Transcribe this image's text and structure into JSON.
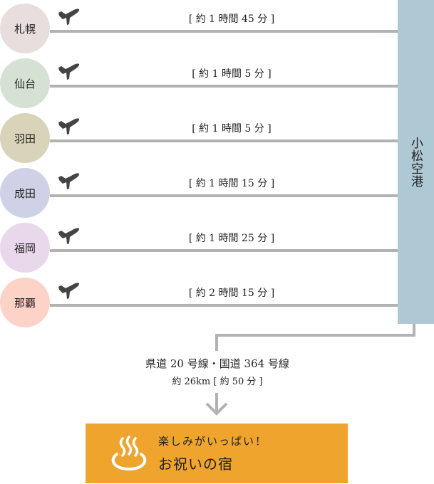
{
  "routes": [
    {
      "origin": "札幌",
      "time": "[ 約 1 時間 45 分 ]",
      "color": "#e8dede",
      "icon": "airplane-icon"
    },
    {
      "origin": "仙台",
      "time": "[ 約 1 時間 5 分 ]",
      "color": "#d5e1d3",
      "icon": "airplane-icon"
    },
    {
      "origin": "羽田",
      "time": "[ 約 1 時間 5 分 ]",
      "color": "#d9d4b9",
      "icon": "airplane-icon"
    },
    {
      "origin": "成田",
      "time": "[ 約 1 時間 15 分 ]",
      "color": "#cfd2e6",
      "icon": "airplane-icon"
    },
    {
      "origin": "福岡",
      "time": "[ 約 1 時間 25 分 ]",
      "color": "#e9d8ec",
      "icon": "airplane-icon"
    },
    {
      "origin": "那覇",
      "time": "[ 約 2 時間 15 分 ]",
      "color": "#fdd3c8",
      "icon": "airplane-icon"
    }
  ],
  "airport": {
    "label": "小松空港",
    "color": "#afc9d4"
  },
  "road": {
    "line1": "県道 20 号線・国道 364 号線",
    "line2": "約 26km [ 約 50 分 ]"
  },
  "destination": {
    "subtitle": "楽しみがいっぱい！",
    "title": "お祝いの宿",
    "icon": "hot-spring-icon",
    "color": "#eea42d"
  },
  "colors": {
    "connector": "#b2b2b2",
    "plane": "#444444"
  }
}
